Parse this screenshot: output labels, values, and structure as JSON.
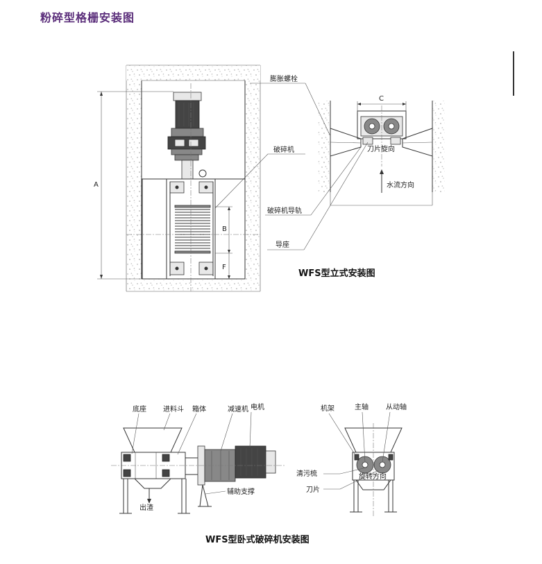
{
  "page": {
    "title": "粉碎型格栅安装图"
  },
  "vertical_install": {
    "caption": "WFS型立式安装图",
    "labels": {
      "expansion_bolt": "膨胀螺栓",
      "crusher": "破碎机",
      "crusher_rail": "破碎机导轨",
      "guide_seat": "导座",
      "blade_rotation": "刀片旋向",
      "water_flow": "水流方向"
    },
    "dimensions": {
      "a": "A",
      "b": "B",
      "c": "C",
      "f": "F"
    }
  },
  "horizontal_install": {
    "caption": "WFS型卧式破碎机安装图",
    "labels": {
      "base": "底座",
      "feed_hopper": "进料斗",
      "housing": "箱体",
      "reducer": "减速机",
      "motor": "电机",
      "outlet": "出渣",
      "aux_support": "辅助支撑",
      "frame": "机架",
      "main_shaft": "主轴",
      "driven_shaft": "从动轴",
      "cleaning_comb": "清污梳",
      "blade": "刀片",
      "rotation_direction": "旋转方向"
    }
  },
  "colors": {
    "title": "#5a2d7a",
    "line": "#333333"
  }
}
